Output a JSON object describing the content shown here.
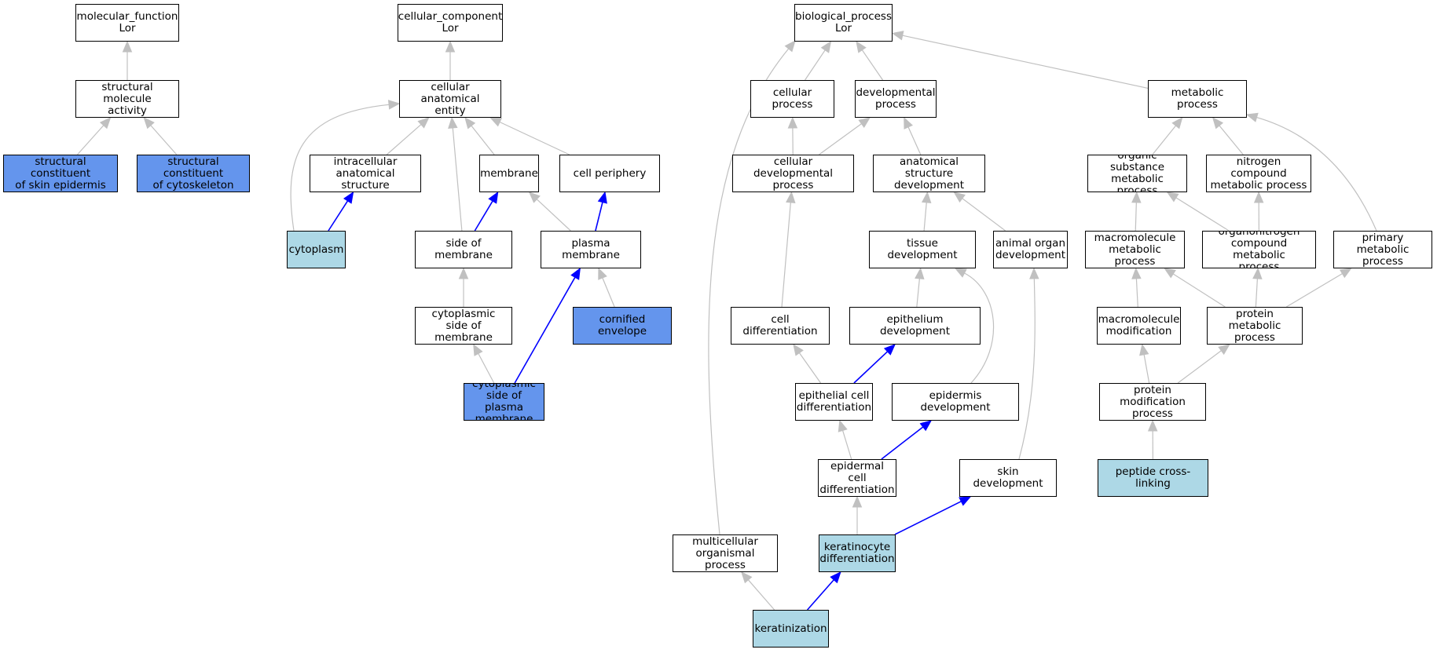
{
  "graph": {
    "colors": {
      "default_fill": "#ffffff",
      "light_fill": "#add8e6",
      "blue_fill": "#6495ed",
      "grey_edge": "#c0c0c0",
      "blue_edge": "#0000ff"
    },
    "nodes": [
      {
        "id": "mf",
        "label": "molecular_function\nLor",
        "fill": "white"
      },
      {
        "id": "sma",
        "label": "structural molecule\nactivity",
        "fill": "white"
      },
      {
        "id": "scse",
        "label": "structural constituent\nof skin epidermis",
        "fill": "blue"
      },
      {
        "id": "scc",
        "label": "structural constituent\nof cytoskeleton",
        "fill": "blue"
      },
      {
        "id": "cc",
        "label": "cellular_component\nLor",
        "fill": "white"
      },
      {
        "id": "cae",
        "label": "cellular anatomical\nentity",
        "fill": "white"
      },
      {
        "id": "ias",
        "label": "intracellular\nanatomical structure",
        "fill": "white"
      },
      {
        "id": "mem",
        "label": "membrane",
        "fill": "white"
      },
      {
        "id": "cp",
        "label": "cell periphery",
        "fill": "white"
      },
      {
        "id": "cyto",
        "label": "cytoplasm",
        "fill": "light"
      },
      {
        "id": "som",
        "label": "side of membrane",
        "fill": "white"
      },
      {
        "id": "pm",
        "label": "plasma membrane",
        "fill": "white"
      },
      {
        "id": "csom",
        "label": "cytoplasmic\nside of membrane",
        "fill": "white"
      },
      {
        "id": "ce",
        "label": "cornified envelope",
        "fill": "blue"
      },
      {
        "id": "cspm",
        "label": "cytoplasmic\nside of plasma\nmembrane",
        "fill": "blue"
      },
      {
        "id": "bp",
        "label": "biological_process\nLor",
        "fill": "white"
      },
      {
        "id": "cellp",
        "label": "cellular process",
        "fill": "white"
      },
      {
        "id": "devp",
        "label": "developmental\nprocess",
        "fill": "white"
      },
      {
        "id": "metp",
        "label": "metabolic process",
        "fill": "white"
      },
      {
        "id": "cdp",
        "label": "cellular developmental\nprocess",
        "fill": "white"
      },
      {
        "id": "asd",
        "label": "anatomical structure\ndevelopment",
        "fill": "white"
      },
      {
        "id": "osmp",
        "label": "organic substance\nmetabolic process",
        "fill": "white"
      },
      {
        "id": "ncmp",
        "label": "nitrogen compound\nmetabolic process",
        "fill": "white"
      },
      {
        "id": "td",
        "label": "tissue development",
        "fill": "white"
      },
      {
        "id": "aod",
        "label": "animal organ\ndevelopment",
        "fill": "white"
      },
      {
        "id": "mmp",
        "label": "macromolecule\nmetabolic process",
        "fill": "white"
      },
      {
        "id": "oncmp",
        "label": "organonitrogen\ncompound metabolic\nprocess",
        "fill": "white"
      },
      {
        "id": "pmp",
        "label": "primary metabolic\nprocess",
        "fill": "white"
      },
      {
        "id": "cdiff",
        "label": "cell differentiation",
        "fill": "white"
      },
      {
        "id": "epd",
        "label": "epithelium development",
        "fill": "white"
      },
      {
        "id": "mm",
        "label": "macromolecule\nmodification",
        "fill": "white"
      },
      {
        "id": "protmp",
        "label": "protein metabolic\nprocess",
        "fill": "white"
      },
      {
        "id": "ecd",
        "label": "epithelial cell\ndifferentiation",
        "fill": "white"
      },
      {
        "id": "edev",
        "label": "epidermis development",
        "fill": "white"
      },
      {
        "id": "pmodp",
        "label": "protein modification\nprocess",
        "fill": "white"
      },
      {
        "id": "epcd",
        "label": "epidermal cell\ndifferentiation",
        "fill": "white"
      },
      {
        "id": "skd",
        "label": "skin development",
        "fill": "white"
      },
      {
        "id": "pcl",
        "label": "peptide cross-linking",
        "fill": "light"
      },
      {
        "id": "mop",
        "label": "multicellular\norganismal process",
        "fill": "white"
      },
      {
        "id": "kd",
        "label": "keratinocyte\ndifferentiation",
        "fill": "light"
      },
      {
        "id": "ker",
        "label": "keratinization",
        "fill": "light"
      }
    ],
    "edges": [
      {
        "from": "sma",
        "to": "mf",
        "color": "grey"
      },
      {
        "from": "scse",
        "to": "sma",
        "color": "grey"
      },
      {
        "from": "scc",
        "to": "sma",
        "color": "grey"
      },
      {
        "from": "cae",
        "to": "cc",
        "color": "grey"
      },
      {
        "from": "ias",
        "to": "cae",
        "color": "grey"
      },
      {
        "from": "mem",
        "to": "cae",
        "color": "grey"
      },
      {
        "from": "cp",
        "to": "cae",
        "color": "grey"
      },
      {
        "from": "cyto",
        "to": "cae",
        "color": "grey"
      },
      {
        "from": "som",
        "to": "cae",
        "color": "grey"
      },
      {
        "from": "cyto",
        "to": "ias",
        "color": "blue"
      },
      {
        "from": "som",
        "to": "mem",
        "color": "blue"
      },
      {
        "from": "pm",
        "to": "mem",
        "color": "grey"
      },
      {
        "from": "pm",
        "to": "cp",
        "color": "blue"
      },
      {
        "from": "csom",
        "to": "som",
        "color": "grey"
      },
      {
        "from": "ce",
        "to": "pm",
        "color": "grey"
      },
      {
        "from": "cspm",
        "to": "csom",
        "color": "grey"
      },
      {
        "from": "cspm",
        "to": "pm",
        "color": "blue"
      },
      {
        "from": "cellp",
        "to": "bp",
        "color": "grey"
      },
      {
        "from": "devp",
        "to": "bp",
        "color": "grey"
      },
      {
        "from": "metp",
        "to": "bp",
        "color": "grey"
      },
      {
        "from": "mop",
        "to": "bp",
        "color": "grey"
      },
      {
        "from": "cdp",
        "to": "cellp",
        "color": "grey"
      },
      {
        "from": "cdp",
        "to": "devp",
        "color": "grey"
      },
      {
        "from": "asd",
        "to": "devp",
        "color": "grey"
      },
      {
        "from": "osmp",
        "to": "metp",
        "color": "grey"
      },
      {
        "from": "ncmp",
        "to": "metp",
        "color": "grey"
      },
      {
        "from": "pmp",
        "to": "metp",
        "color": "grey"
      },
      {
        "from": "td",
        "to": "asd",
        "color": "grey"
      },
      {
        "from": "aod",
        "to": "asd",
        "color": "grey"
      },
      {
        "from": "mmp",
        "to": "osmp",
        "color": "grey"
      },
      {
        "from": "oncmp",
        "to": "osmp",
        "color": "grey"
      },
      {
        "from": "oncmp",
        "to": "ncmp",
        "color": "grey"
      },
      {
        "from": "cdiff",
        "to": "cdp",
        "color": "grey"
      },
      {
        "from": "epd",
        "to": "td",
        "color": "grey"
      },
      {
        "from": "edev",
        "to": "td",
        "color": "grey"
      },
      {
        "from": "skd",
        "to": "aod",
        "color": "grey"
      },
      {
        "from": "mm",
        "to": "mmp",
        "color": "grey"
      },
      {
        "from": "protmp",
        "to": "mmp",
        "color": "grey"
      },
      {
        "from": "protmp",
        "to": "oncmp",
        "color": "grey"
      },
      {
        "from": "protmp",
        "to": "pmp",
        "color": "grey"
      },
      {
        "from": "ecd",
        "to": "cdiff",
        "color": "grey"
      },
      {
        "from": "ecd",
        "to": "epd",
        "color": "blue"
      },
      {
        "from": "pmodp",
        "to": "mm",
        "color": "grey"
      },
      {
        "from": "pmodp",
        "to": "protmp",
        "color": "grey"
      },
      {
        "from": "epcd",
        "to": "ecd",
        "color": "grey"
      },
      {
        "from": "epcd",
        "to": "edev",
        "color": "blue"
      },
      {
        "from": "pcl",
        "to": "pmodp",
        "color": "grey"
      },
      {
        "from": "kd",
        "to": "epcd",
        "color": "grey"
      },
      {
        "from": "kd",
        "to": "skd",
        "color": "blue"
      },
      {
        "from": "ker",
        "to": "mop",
        "color": "grey"
      },
      {
        "from": "ker",
        "to": "kd",
        "color": "blue"
      }
    ]
  }
}
